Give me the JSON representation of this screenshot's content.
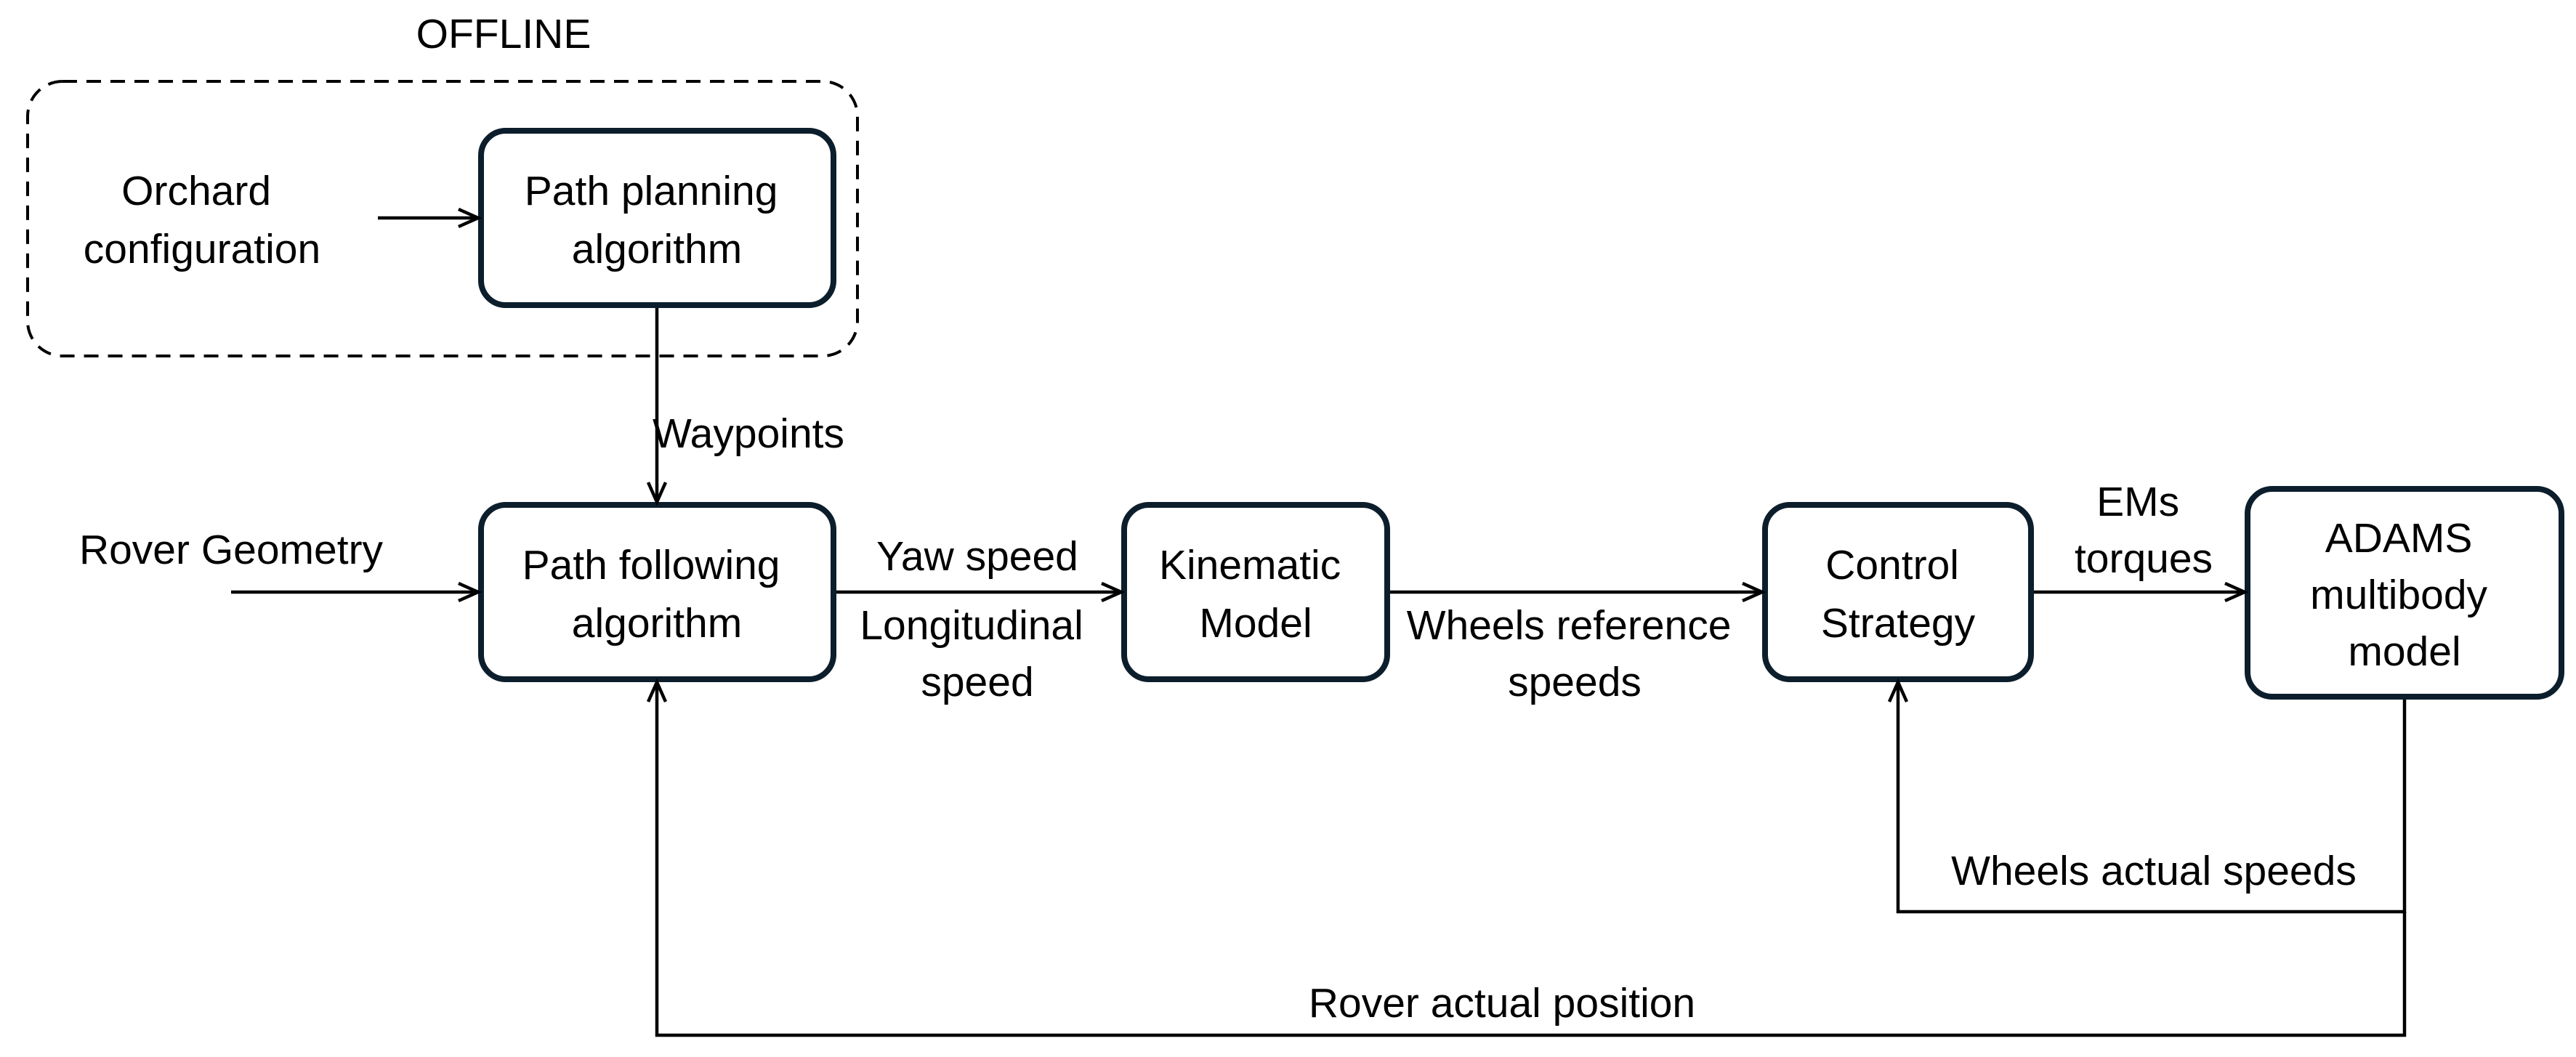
{
  "group": {
    "label": "OFFLINE"
  },
  "nodes": {
    "path_planning": {
      "lines": [
        "Path planning",
        "algorithm"
      ]
    },
    "path_following": {
      "lines": [
        "Path following",
        "algorithm"
      ]
    },
    "kinematic": {
      "lines": [
        "Kinematic",
        "Model"
      ]
    },
    "control": {
      "lines": [
        "Control",
        "Strategy"
      ]
    },
    "adams": {
      "lines": [
        "ADAMS",
        "multibody",
        "model"
      ]
    }
  },
  "inputs": {
    "orchard": {
      "lines": [
        "Orchard",
        "configuration"
      ]
    },
    "rover_geometry": {
      "lines": [
        "Rover Geometry"
      ]
    }
  },
  "edges": {
    "waypoints": {
      "lines": [
        "Waypoints"
      ]
    },
    "yaw_speed": {
      "lines": [
        "Yaw speed"
      ]
    },
    "longitudinal_speed": {
      "lines": [
        "Longitudinal",
        "speed"
      ]
    },
    "wheels_reference": {
      "lines": [
        "Wheels reference",
        "speeds"
      ]
    },
    "ems_torques": {
      "lines": [
        "EMs",
        "torques"
      ]
    },
    "wheels_actual": {
      "lines": [
        "Wheels actual speeds"
      ]
    },
    "rover_position": {
      "lines": [
        "Rover actual position"
      ]
    }
  },
  "colors": {
    "box_stroke": "#0c1e2c",
    "line": "#000000",
    "background": "#ffffff"
  }
}
